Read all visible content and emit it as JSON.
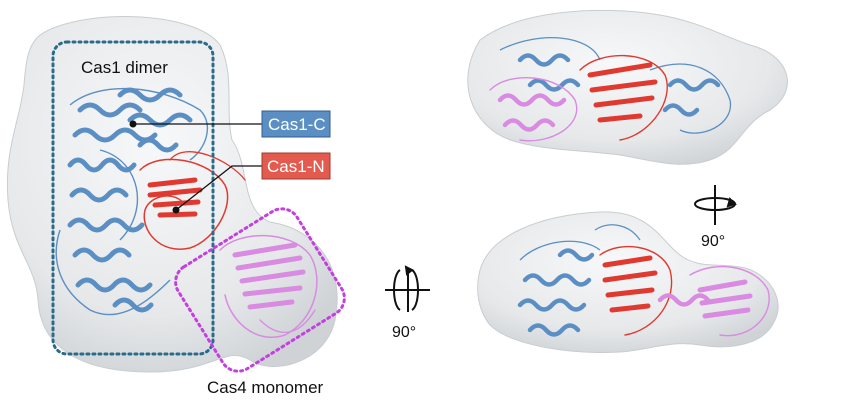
{
  "labels": {
    "cas1_dimer": "Cas1 dimer",
    "cas1_c": "Cas1-C",
    "cas1_n": "Cas1-N",
    "cas4_monomer": "Cas4 monomer",
    "rotation_left": "90°",
    "rotation_right": "90°"
  },
  "colors": {
    "cas1_c": "#5b8fc3",
    "cas1_n": "#e03a30",
    "cas4": "#d88be0",
    "cas1_dimer_box": "#2a6a8a",
    "cas4_box": "#c43fe0",
    "density": "#e4e6e8"
  }
}
